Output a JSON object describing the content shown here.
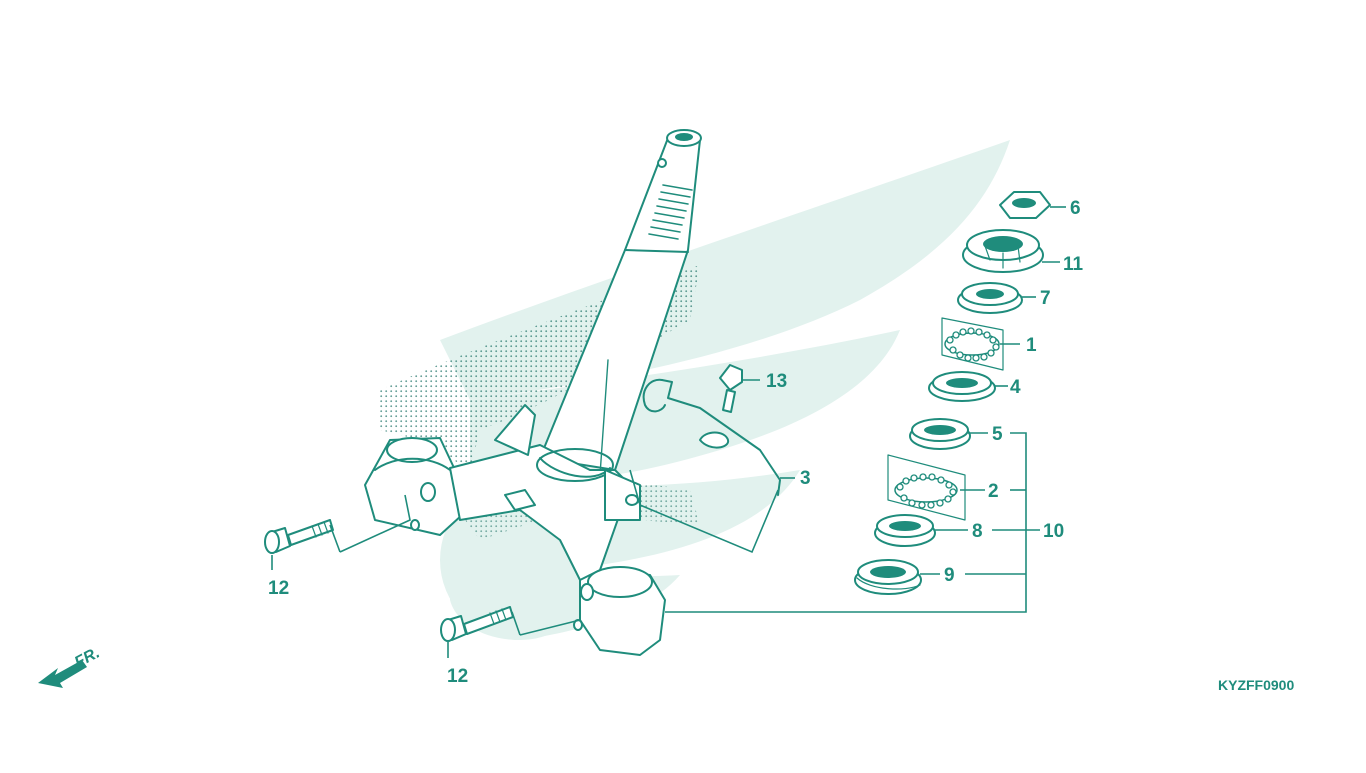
{
  "colors": {
    "ink": "#1f8c7c",
    "watermark": "#e2f2ee",
    "stipple": "#2b7a6f"
  },
  "callouts": {
    "p1": "1",
    "p2": "2",
    "p3": "3",
    "p4": "4",
    "p5": "5",
    "p6": "6",
    "p7": "7",
    "p8": "8",
    "p9": "9",
    "p10": "10",
    "p11": "11",
    "p12_upper": "12",
    "p12_lower": "12",
    "p13": "13"
  },
  "front_indicator": "FR.",
  "diagram_code": "KYZFF0900"
}
